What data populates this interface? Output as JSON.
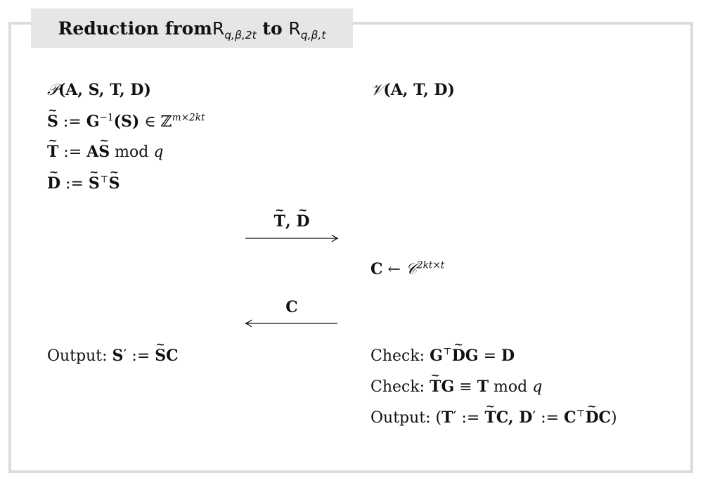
{
  "title": {
    "prefix": "Reduction from ",
    "from_R": "R",
    "from_sub": "q,β,2t",
    "to_word": " to ",
    "to_R": "R",
    "to_sub": "q,β,t"
  },
  "prover": {
    "header_sym": "𝒫",
    "header_args": "(A, S, T, D)",
    "line1": {
      "lhs": "S",
      "assign": " := ",
      "G": "G",
      "inv": "−1",
      "arg": "(S)",
      "in": " ∈ ",
      "Z": "ℤ",
      "dim": "m×2kt"
    },
    "line2": {
      "lhs": "T",
      "assign": " := ",
      "A": "A",
      "S": "S",
      "mod": " mod ",
      "q": "q"
    },
    "line3": {
      "lhs": "D",
      "assign": " := ",
      "S1": "S",
      "top": "⊤",
      "S2": "S"
    },
    "output": {
      "label": "Output: ",
      "S": "S",
      "prime": "′",
      "assign": " := ",
      "St": "S",
      "C": "C"
    }
  },
  "verifier": {
    "header_sym": "𝒱",
    "header_args": "(A, T, D)",
    "challenge": {
      "C": "C",
      "arrow": " ← ",
      "cal": "𝒞",
      "dim": "2kt×t"
    },
    "check1": {
      "label": "Check: ",
      "G": "G",
      "top": "⊤",
      "Dt": "D",
      "G2": "G",
      "eq": " = ",
      "D": "D"
    },
    "check2": {
      "label": "Check: ",
      "Tt": "T",
      "G": "G",
      "equiv": " ≡ ",
      "T": "T",
      "mod": " mod ",
      "q": "q"
    },
    "output": {
      "label": "Output: ",
      "open": "(",
      "T": "T",
      "prime1": "′",
      "assign1": " := ",
      "Tt": "T",
      "C1": "C",
      "comma": ", ",
      "D": "D",
      "prime2": "′",
      "assign2": " := ",
      "C2": "C",
      "top": "⊤",
      "Dt": "D",
      "C3": "C",
      "close": ")"
    }
  },
  "messages": {
    "m1": {
      "T": "T",
      "comma": ", ",
      "D": "D",
      "direction": "right"
    },
    "m2": {
      "C": "C",
      "direction": "left"
    }
  }
}
